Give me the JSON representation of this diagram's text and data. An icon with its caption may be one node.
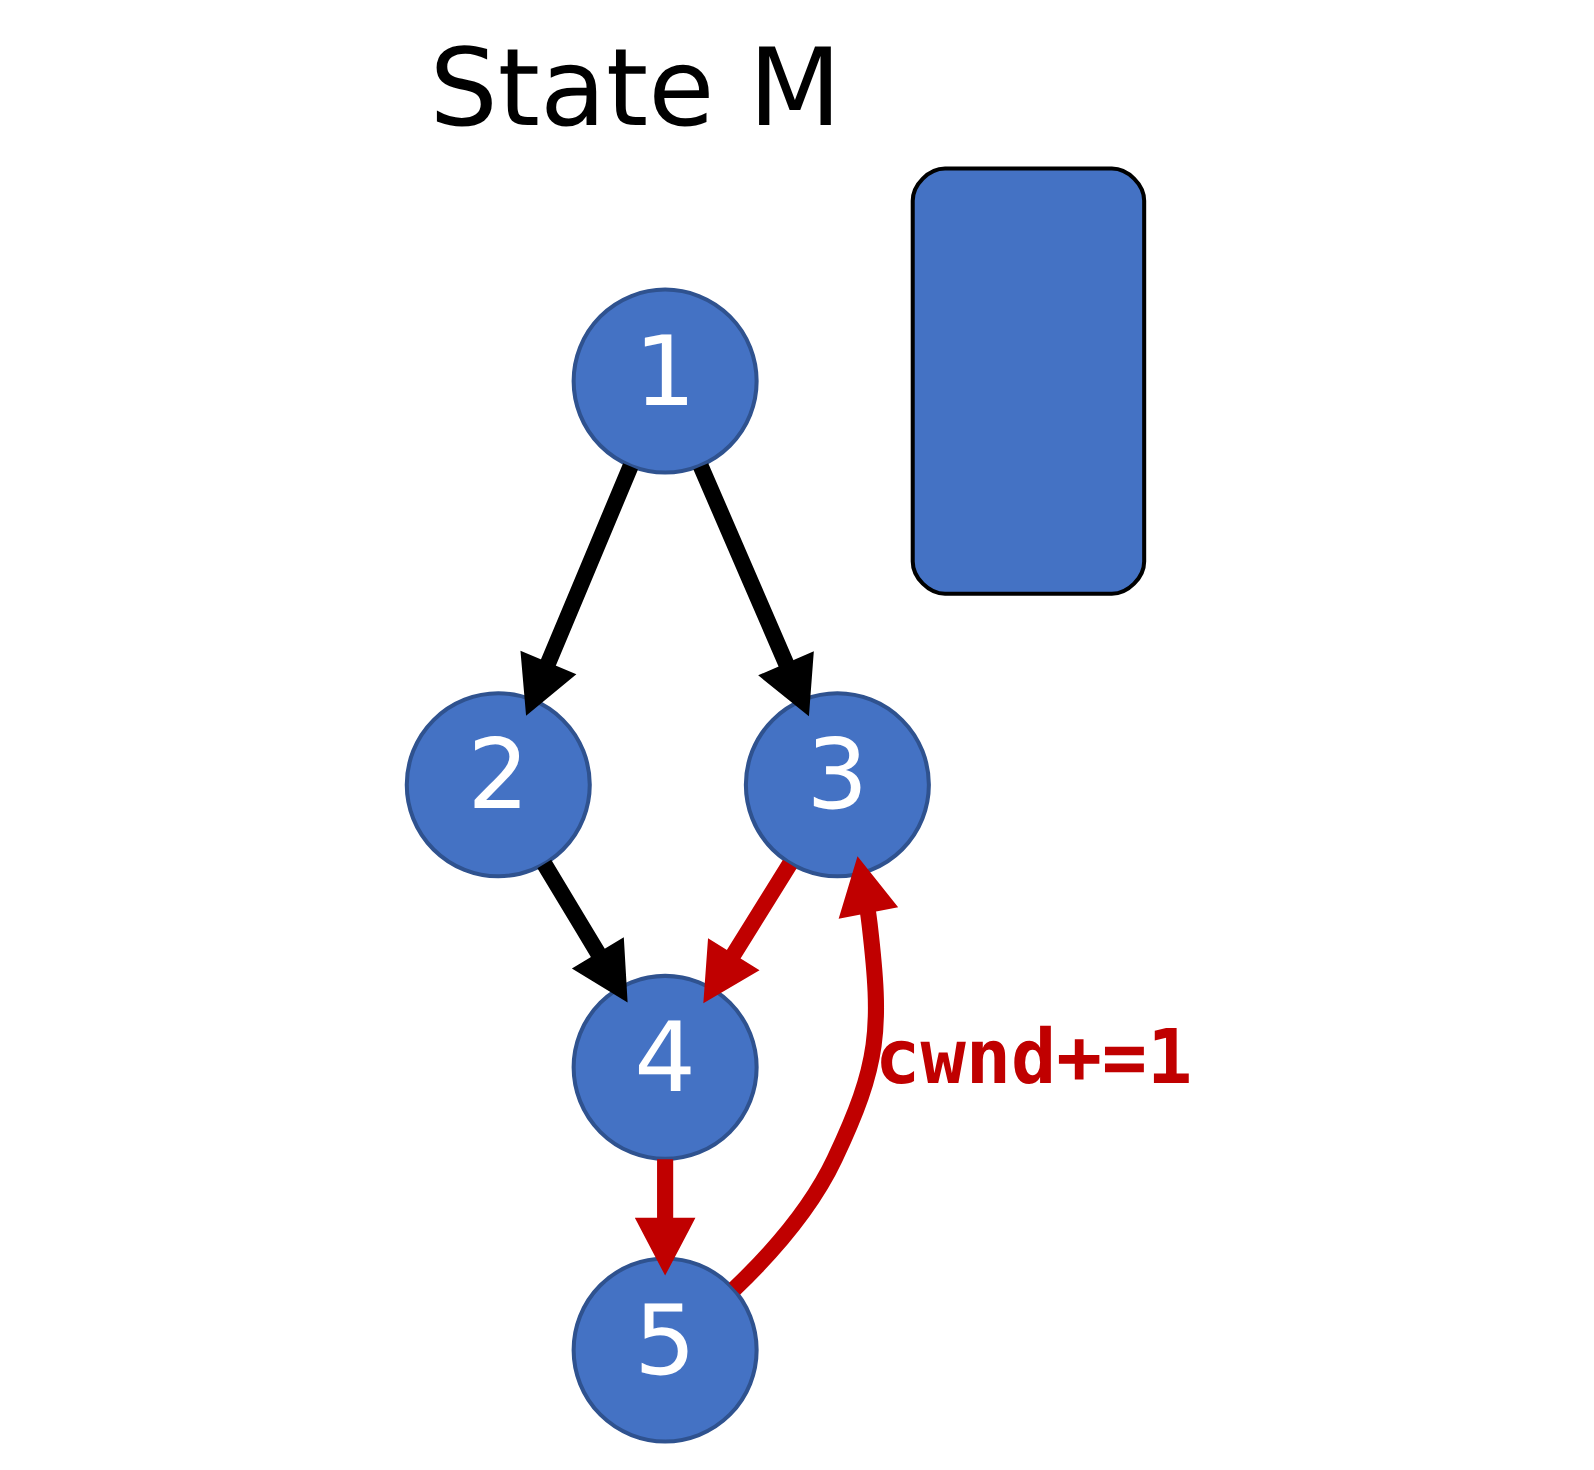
{
  "diagram": {
    "title": "State M",
    "nodes": [
      {
        "text": [
          "1"
        ]
      },
      {
        "text": [
          "2"
        ]
      },
      {
        "text": [
          "3"
        ]
      },
      {
        "text": [
          "4"
        ]
      },
      {
        "text": [
          "5"
        ]
      },
      {
        "text": [],
        "shape": "box"
      }
    ],
    "edges": [
      {
        "from": 0,
        "to": 1,
        "arrow": "to",
        "color": "#000000"
      },
      {
        "from": 0,
        "to": 2,
        "arrow": "to",
        "color": "#000000"
      },
      {
        "from": 1,
        "to": 3,
        "arrow": "to",
        "color": "#000000"
      },
      {
        "from": 2,
        "to": 3,
        "arrow": "to",
        "color": "#c00000"
      },
      {
        "from": 3,
        "to": 4,
        "arrow": "to",
        "color": "#c00000"
      },
      {
        "from": 4,
        "to": 2,
        "arrow": "to",
        "color": "#c00000",
        "label": "cwnd+=1"
      }
    ]
  }
}
